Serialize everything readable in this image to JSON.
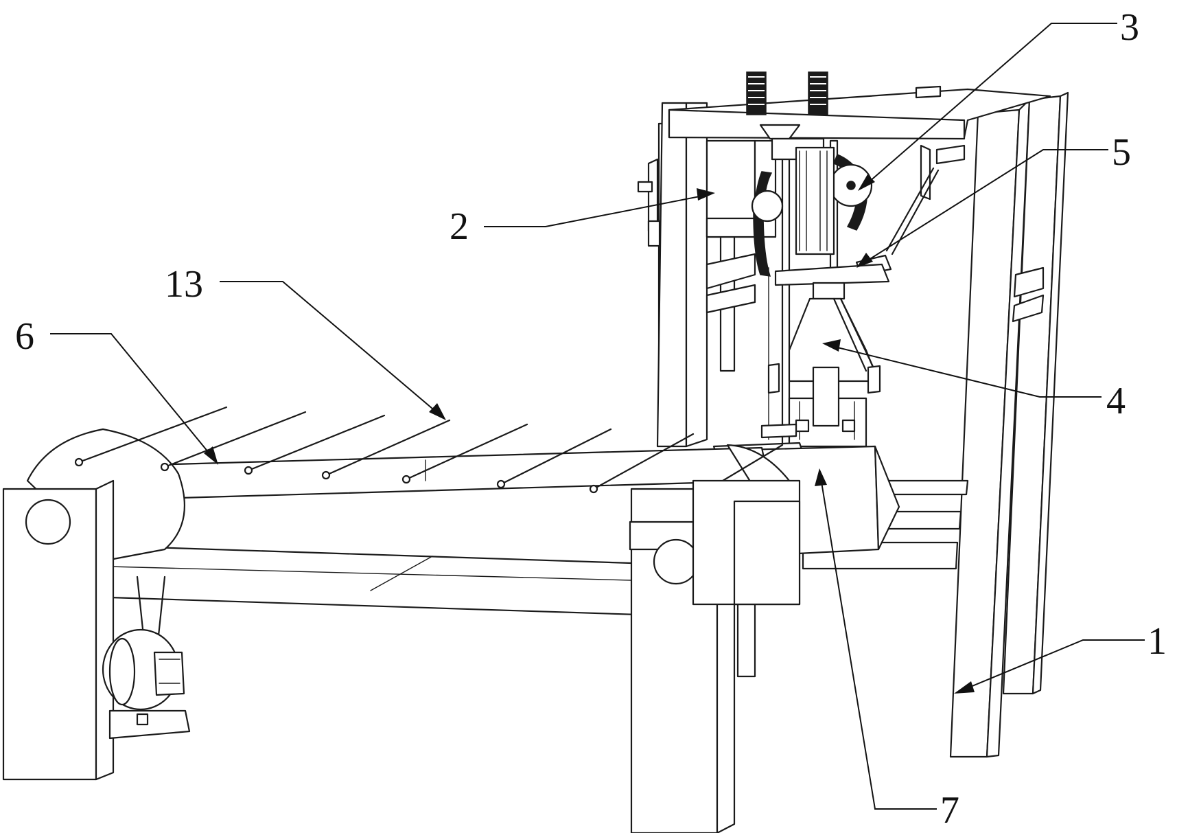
{
  "callouts": [
    {
      "id": "1",
      "text": "1"
    },
    {
      "id": "2",
      "text": "2"
    },
    {
      "id": "3",
      "text": "3"
    },
    {
      "id": "4",
      "text": "4"
    },
    {
      "id": "5",
      "text": "5"
    },
    {
      "id": "6",
      "text": "6"
    },
    {
      "id": "7",
      "text": "7"
    },
    {
      "id": "13",
      "text": "13"
    }
  ],
  "colors": {
    "line": "#1a1a1a",
    "background": "#ffffff"
  }
}
